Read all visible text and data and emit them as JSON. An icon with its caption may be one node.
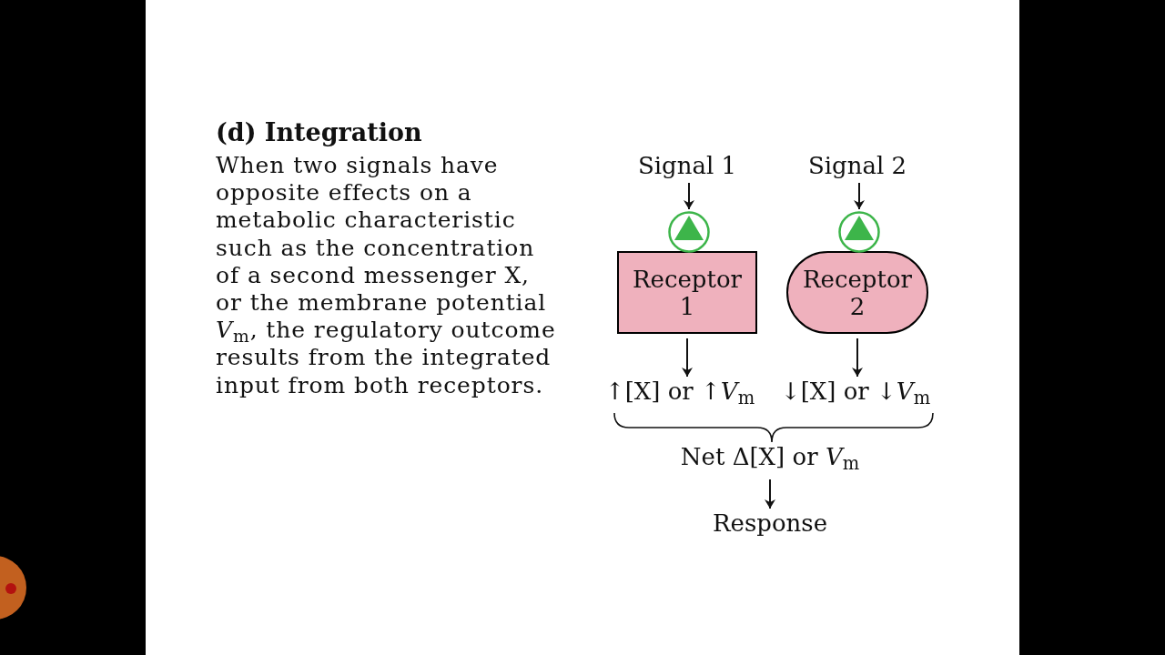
{
  "diagram": {
    "title": "(d) Integration",
    "nodes": [
      {
        "text": [
          "Signal 1"
        ]
      },
      {
        "text": [
          "Signal 2"
        ]
      },
      {
        "text": [],
        "shape": "circle"
      },
      {
        "text": [
          "Receptor 1"
        ]
      },
      {
        "text": [],
        "shape": "circle"
      },
      {
        "text": [
          "Receptor 2"
        ]
      },
      {
        "text": [
          "↑[X] or ↑*V*$_{m}$"
        ]
      },
      {
        "text": [
          "↓[X] or ↓*V*$_{m}$"
        ]
      },
      {
        "text": [
          "Net Δ[X] or *V*$_{m}$"
        ]
      },
      {
        "text": [
          "Response"
        ]
      }
    ],
    "edges": [
      {
        "from": 0,
        "to": 2,
        "arrow": "to"
      },
      {
        "from": 1,
        "to": 4,
        "arrow": "to"
      },
      {
        "from": 3,
        "to": 6,
        "arrow": "to"
      },
      {
        "from": 5,
        "to": 7,
        "arrow": "to"
      },
      {
        "from": 8,
        "to": 9,
        "arrow": "to"
      }
    ],
    "labels": [
      "When two signals have opposite effects on a metabolic characteristic such as the concentration of a second messenger X, or the membrane potential *V*$_{m}$, the regulatory outcome results from the integrated input from both receptors."
    ]
  }
}
